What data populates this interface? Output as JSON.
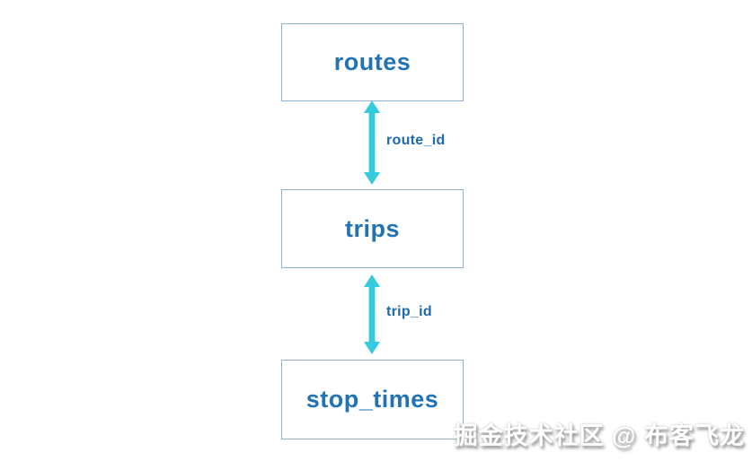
{
  "diagram": {
    "nodes": [
      {
        "id": "routes",
        "label": "routes"
      },
      {
        "id": "trips",
        "label": "trips"
      },
      {
        "id": "stop_times",
        "label": "stop_times"
      }
    ],
    "edges": [
      {
        "from": "routes",
        "to": "trips",
        "label": "route_id",
        "direction": "bidirectional"
      },
      {
        "from": "trips",
        "to": "stop_times",
        "label": "trip_id",
        "direction": "bidirectional"
      }
    ]
  },
  "watermark": {
    "text": "掘金技术社区 @ 布客飞龙"
  },
  "colors": {
    "background": "#ffffff",
    "box_border": "#8fb0d4",
    "box_text": "#2173b4",
    "arrow": "#35cbdf",
    "edge_label_text": "#1c6aad"
  }
}
